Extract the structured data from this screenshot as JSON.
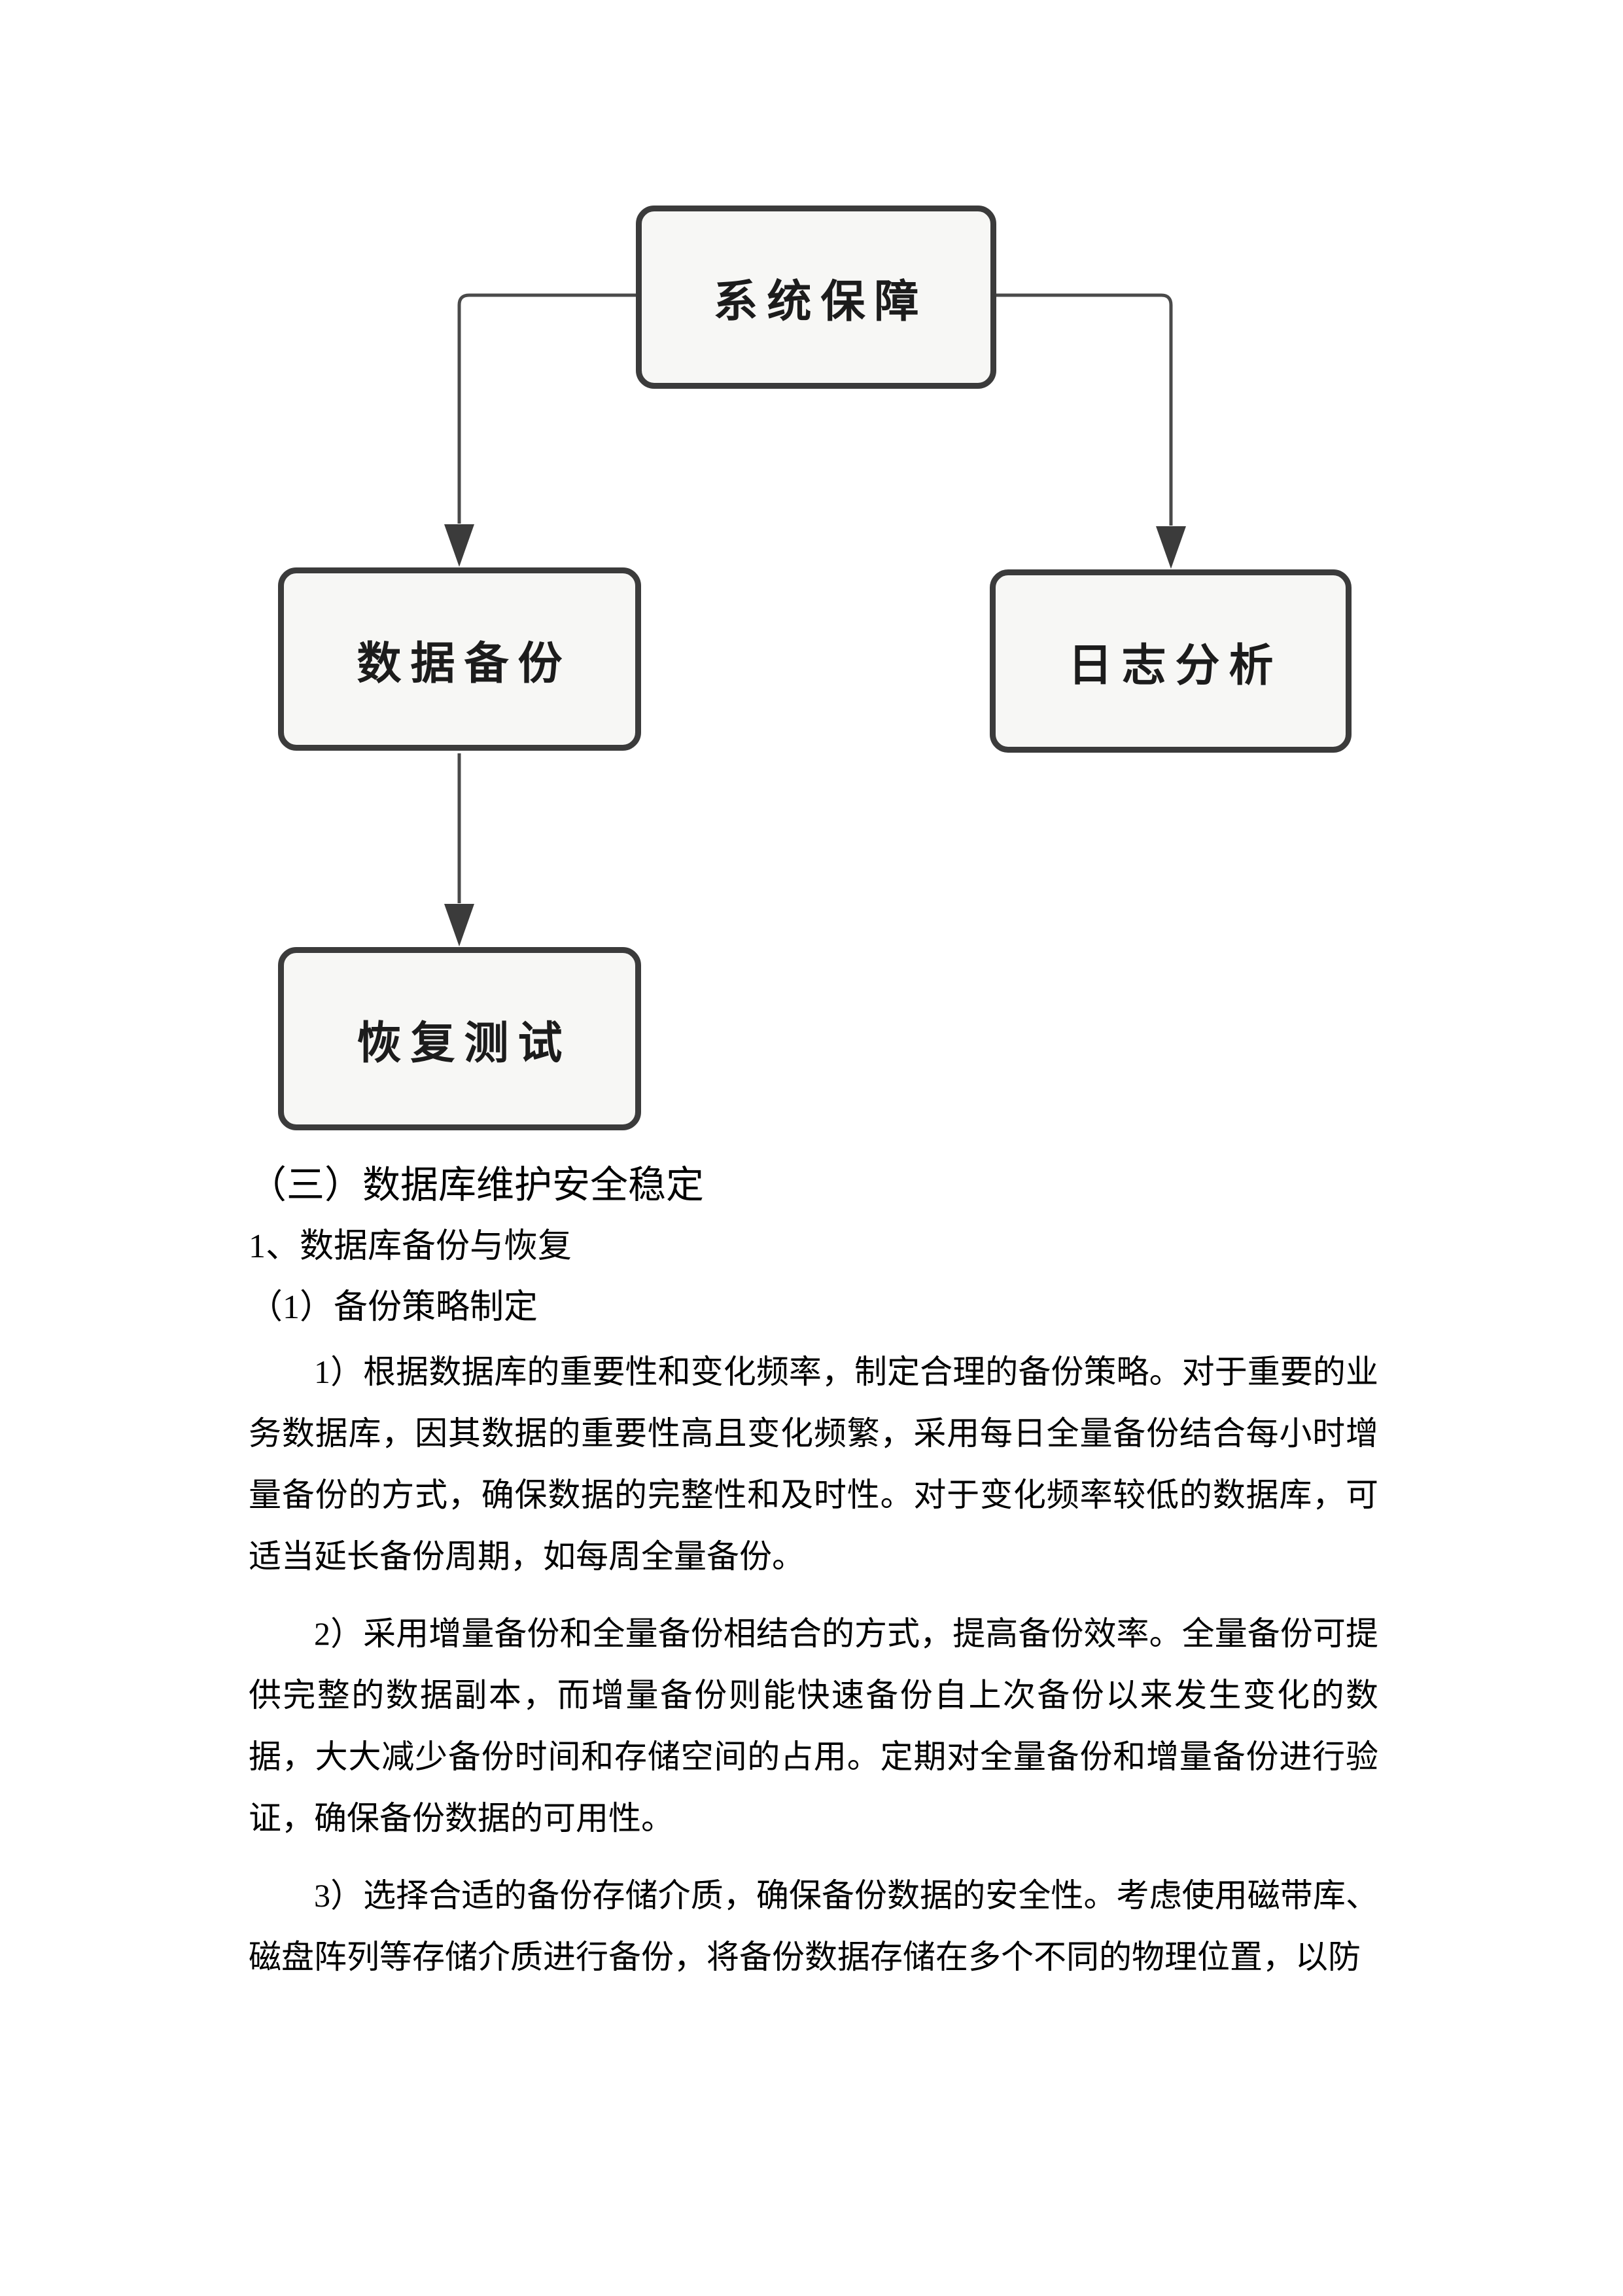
{
  "diagram": {
    "nodes": [
      {
        "id": "root",
        "label": "系统保障"
      },
      {
        "id": "backup",
        "label": "数据备份"
      },
      {
        "id": "log",
        "label": "日志分析"
      },
      {
        "id": "recovery",
        "label": "恢复测试"
      }
    ],
    "edges": [
      {
        "from": "系统保障",
        "to": "数据备份"
      },
      {
        "from": "系统保障",
        "to": "日志分析"
      },
      {
        "from": "数据备份",
        "to": "恢复测试"
      }
    ],
    "colors": {
      "node_fill": "#f7f7f5",
      "node_border": "#3b3b3b",
      "edge_line": "#4a4a4a",
      "label_text": "#1c1c1c"
    }
  },
  "document": {
    "heading": "（三）数据库维护安全稳定",
    "subheading": "1、数据库备份与恢复",
    "subsubheading": "（1）备份策略制定",
    "paragraphs": [
      {
        "lines": [
          "1）根据数据库的重要性和变化频率，制定合理的备份策略。对于重要的业",
          "务数据库，因其数据的重要性高且变化频繁，采用每日全量备份结合每小时增",
          "量备份的方式，确保数据的完整性和及时性。对于变化频率较低的数据库，可",
          "适当延长备份周期，如每周全量备份。"
        ]
      },
      {
        "lines": [
          "2）采用增量备份和全量备份相结合的方式，提高备份效率。全量备份可提",
          "供完整的数据副本，而增量备份则能快速备份自上次备份以来发生变化的数",
          "据，大大减少备份时间和存储空间的占用。定期对全量备份和增量备份进行验",
          "证，确保备份数据的可用性。"
        ]
      },
      {
        "lines": [
          "3）选择合适的备份存储介质，确保备份数据的安全性。考虑使用磁带库、",
          "磁盘阵列等存储介质进行备份，将备份数据存储在多个不同的物理位置，以防"
        ]
      }
    ]
  }
}
